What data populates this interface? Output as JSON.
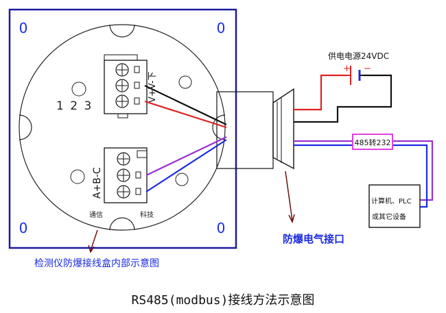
{
  "texts": {
    "power_supply": "供电电源24VDC",
    "plus_sign": "+",
    "minus_sign": "−",
    "terminal_top_labels": "V+V-下",
    "terminal_numbers": "1 2 3",
    "terminal_bottom_labels": "A+B-C",
    "tongxun": "通信",
    "keji": "科技",
    "converter": "485转232",
    "computer_line1": "计算机、PLC",
    "computer_line2": "或其它设备",
    "explosion_port": "防爆电气接口",
    "junction_box_caption": "检测仪防爆接线盒内部示意图",
    "main_title": "RS485(modbus)接线方法示意图",
    "mount_hole_tl": "0",
    "mount_hole_tr": "0",
    "mount_hole_bl": "0",
    "mount_hole_br": "0"
  },
  "colors": {
    "frame": "#1a1aa0",
    "wire_red": "#e02020",
    "wire_black": "#111111",
    "wire_blue": "#1a2ae0",
    "wire_purple": "#9b30d0",
    "converter_border": "#e040e0",
    "arrow": "#6a1010",
    "caption_blue": "#1a2ae0"
  }
}
